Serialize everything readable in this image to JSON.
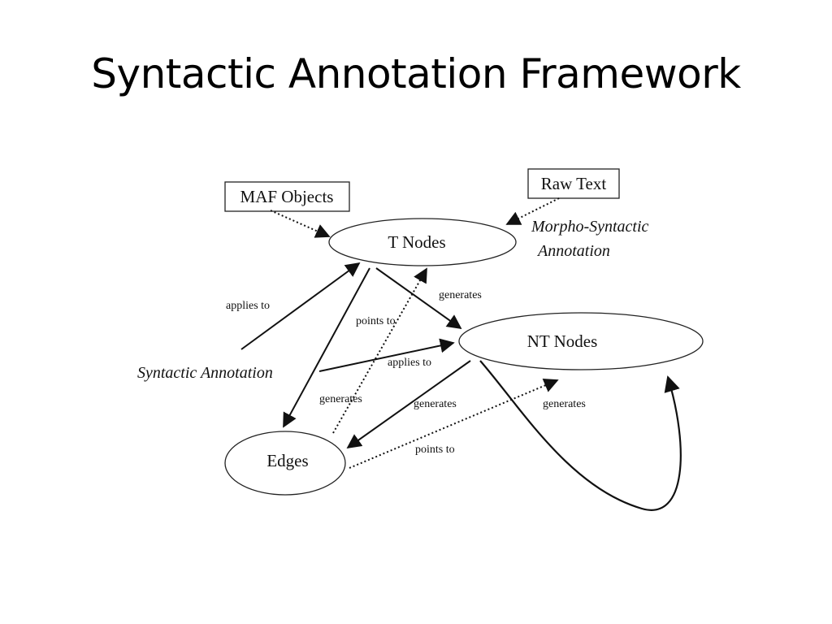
{
  "slide": {
    "title": "Syntactic Annotation Framework"
  },
  "diagram": {
    "nodes": {
      "t_nodes": "T Nodes",
      "nt_nodes": "NT Nodes",
      "edges": "Edges"
    },
    "boxes": {
      "maf_objects": "MAF Objects",
      "raw_text": "Raw Text"
    },
    "annotations": {
      "morpho_line1": "Morpho-Syntactic",
      "morpho_line2": "Annotation",
      "syntactic": "Syntactic Annotation"
    },
    "edge_labels": {
      "applies_to_1": "applies to",
      "points_to_1": "points to",
      "generates_1": "generates",
      "applies_to_2": "applies to",
      "generates_2": "generates",
      "generates_3": "generates",
      "generates_4": "generates",
      "points_to_2": "points to"
    }
  }
}
